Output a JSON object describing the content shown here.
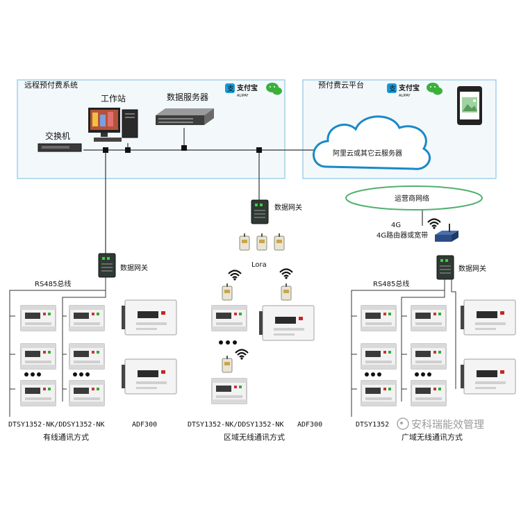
{
  "local_system": {
    "title": "远程预付费系统",
    "switch_label": "交换机",
    "workstation_label": "工作站",
    "server_label": "数据服务器"
  },
  "cloud_platform": {
    "title": "预付费云平台",
    "cloud_label": "阿里云或其它云服务器"
  },
  "payment": {
    "alipay_text": "支付宝",
    "alipay_sub": "ALIPAY",
    "wechat_icon": "wechat-icon"
  },
  "operator_network": "运营商网络",
  "router": {
    "line1": "4G",
    "line2": "4G路由器或宽带"
  },
  "gateway_label": "数据网关",
  "lora_label": "Lora",
  "rs485_label": "RS485总线",
  "sections": [
    {
      "model_left": "DTSY1352-NK/DDSY1352-NK",
      "model_right": "ADF300",
      "mode": "有线通讯方式"
    },
    {
      "model_left": "DTSY1352-NK/DDSY1352-NK",
      "model_right": "ADF300",
      "mode": "区域无线通讯方式"
    },
    {
      "model_left": "DTSY1352",
      "model_right": "",
      "mode": "广域无线通讯方式"
    }
  ],
  "watermark": "安科瑞能效管理",
  "colors": {
    "box_fill": "#f3f8fb",
    "box_border": "#8fc6e2",
    "network_ellipse": "#4fb06f",
    "alipay": "#1a9ad7",
    "wechat": "#3bb03b"
  }
}
